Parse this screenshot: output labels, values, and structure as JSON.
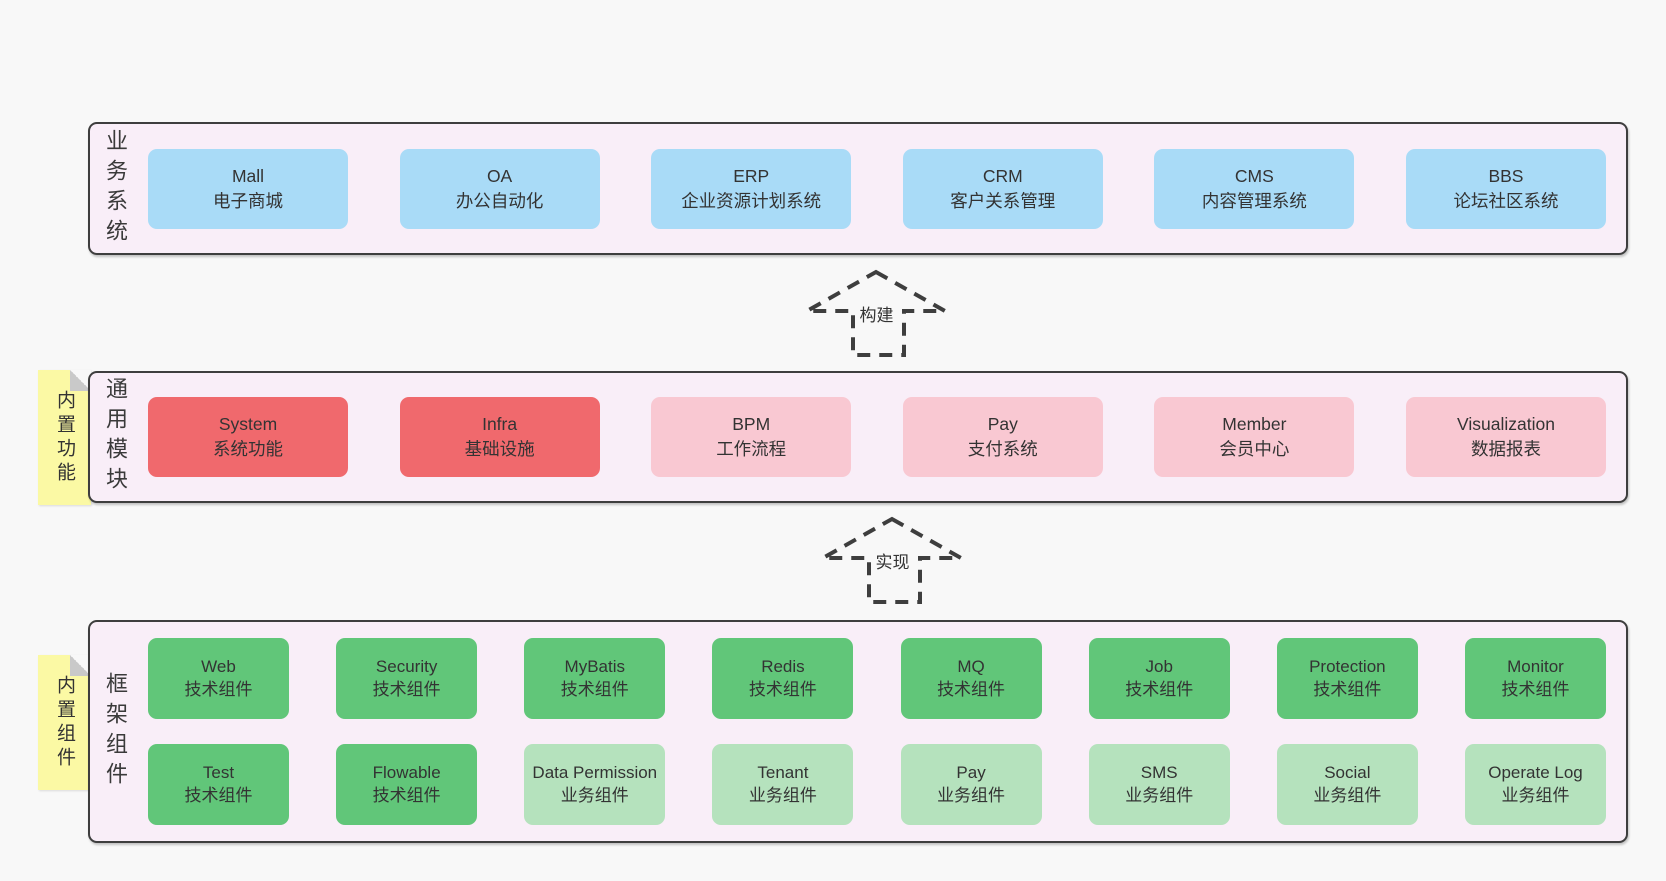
{
  "colors": {
    "pageBg": "#f8f8f8",
    "bandBg": "#f9eef8",
    "border": "#3e3e3e",
    "text": "#333333",
    "blue": "#a9dbf7",
    "red": "#f0696d",
    "pink": "#f9c8d2",
    "green": "#61c679",
    "lightgreen": "#b5e2bd",
    "sticky": "#fbf9a4",
    "fold": "#c9c9c9"
  },
  "arrows": [
    {
      "label": "构建"
    },
    {
      "label": "实现"
    }
  ],
  "bands": [
    {
      "label": "业务系统",
      "rows": [
        {
          "boxes": [
            {
              "title": "Mall",
              "subtitle": "电子商城",
              "color": "blue"
            },
            {
              "title": "OA",
              "subtitle": "办公自动化",
              "color": "blue"
            },
            {
              "title": "ERP",
              "subtitle": "企业资源计划系统",
              "color": "blue"
            },
            {
              "title": "CRM",
              "subtitle": "客户关系管理",
              "color": "blue"
            },
            {
              "title": "CMS",
              "subtitle": "内容管理系统",
              "color": "blue"
            },
            {
              "title": "BBS",
              "subtitle": "论坛社区系统",
              "color": "blue"
            }
          ]
        }
      ]
    },
    {
      "label": "通用模块",
      "sticky": "内置功能",
      "rows": [
        {
          "boxes": [
            {
              "title": "System",
              "subtitle": "系统功能",
              "color": "red"
            },
            {
              "title": "Infra",
              "subtitle": "基础设施",
              "color": "red"
            },
            {
              "title": "BPM",
              "subtitle": "工作流程",
              "color": "pink"
            },
            {
              "title": "Pay",
              "subtitle": "支付系统",
              "color": "pink"
            },
            {
              "title": "Member",
              "subtitle": "会员中心",
              "color": "pink"
            },
            {
              "title": "Visualization",
              "subtitle": "数据报表",
              "color": "pink"
            }
          ]
        }
      ]
    },
    {
      "label": "框架组件",
      "sticky": "内置组件",
      "rows": [
        {
          "boxes": [
            {
              "title": "Web",
              "subtitle": "技术组件",
              "color": "green"
            },
            {
              "title": "Security",
              "subtitle": "技术组件",
              "color": "green"
            },
            {
              "title": "MyBatis",
              "subtitle": "技术组件",
              "color": "green"
            },
            {
              "title": "Redis",
              "subtitle": "技术组件",
              "color": "green"
            },
            {
              "title": "MQ",
              "subtitle": "技术组件",
              "color": "green"
            },
            {
              "title": "Job",
              "subtitle": "技术组件",
              "color": "green"
            },
            {
              "title": "Protection",
              "subtitle": "技术组件",
              "color": "green"
            },
            {
              "title": "Monitor",
              "subtitle": "技术组件",
              "color": "green"
            }
          ]
        },
        {
          "boxes": [
            {
              "title": "Test",
              "subtitle": "技术组件",
              "color": "green"
            },
            {
              "title": "Flowable",
              "subtitle": "技术组件",
              "color": "green"
            },
            {
              "title": "Data Permission",
              "subtitle": "业务组件",
              "color": "lightgreen"
            },
            {
              "title": "Tenant",
              "subtitle": "业务组件",
              "color": "lightgreen"
            },
            {
              "title": "Pay",
              "subtitle": "业务组件",
              "color": "lightgreen"
            },
            {
              "title": "SMS",
              "subtitle": "业务组件",
              "color": "lightgreen"
            },
            {
              "title": "Social",
              "subtitle": "业务组件",
              "color": "lightgreen"
            },
            {
              "title": "Operate Log",
              "subtitle": "业务组件",
              "color": "lightgreen"
            }
          ]
        }
      ]
    }
  ]
}
